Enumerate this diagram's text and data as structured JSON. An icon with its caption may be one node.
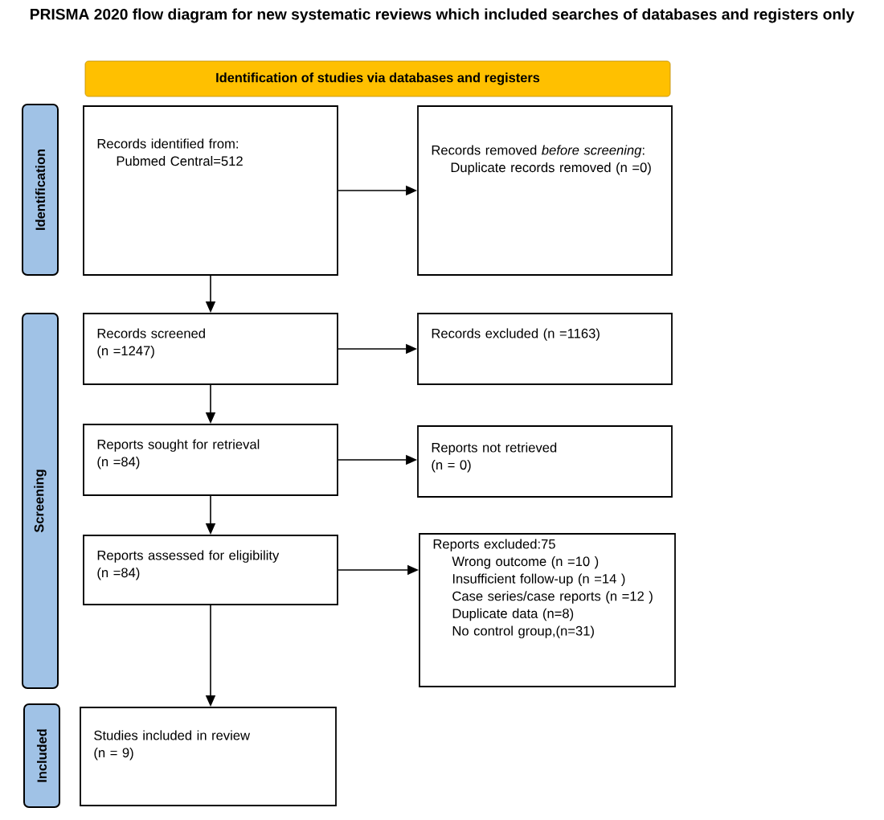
{
  "diagram": {
    "title": "PRISMA 2020 flow diagram for new systematic reviews which included searches of databases and registers only",
    "nodes": [
      {
        "text": [
          "Identification of studies via databases and registers"
        ]
      },
      {
        "text": [
          "Identification"
        ]
      },
      {
        "text": [
          "Records identified from:",
          "Pubmed Central=512"
        ]
      },
      {
        "text": [
          "Records removed *before screening*:",
          "Duplicate records removed (n =0)"
        ]
      },
      {
        "text": [
          "Screening"
        ]
      },
      {
        "text": [
          "Records screened",
          "(n =1247)"
        ]
      },
      {
        "text": [
          "Records excluded (n =1163)"
        ]
      },
      {
        "text": [
          "Reports sought for retrieval",
          "(n =84)"
        ]
      },
      {
        "text": [
          "Reports not retrieved",
          "(n = 0)"
        ]
      },
      {
        "text": [
          "Reports assessed for eligibility",
          "(n =84)"
        ]
      },
      {
        "text": [
          "Reports excluded:75",
          "Wrong outcome (n =10 )",
          "Insufficient follow-up (n =14 )",
          "Case series/case reports (n =12 )",
          "Duplicate data (n=8)",
          "No control group,(n=31)"
        ]
      },
      {
        "text": [
          "Included"
        ]
      },
      {
        "text": [
          "Studies included in review",
          "(n = 9)"
        ]
      }
    ],
    "edges": [
      {
        "from": 2,
        "to": 3,
        "arrow": "to"
      },
      {
        "from": 2,
        "to": 5,
        "arrow": "to"
      },
      {
        "from": 5,
        "to": 6,
        "arrow": "to"
      },
      {
        "from": 5,
        "to": 7,
        "arrow": "to"
      },
      {
        "from": 7,
        "to": 8,
        "arrow": "to"
      },
      {
        "from": 7,
        "to": 9,
        "arrow": "to"
      },
      {
        "from": 9,
        "to": 10,
        "arrow": "to"
      },
      {
        "from": 9,
        "to": 12,
        "arrow": "to"
      }
    ]
  }
}
